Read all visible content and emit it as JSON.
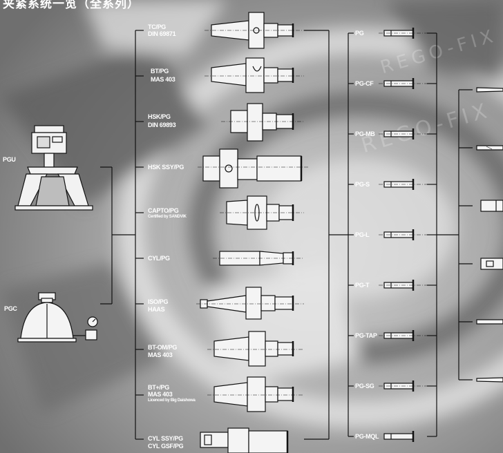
{
  "title": "夹紧系统一览（全系列）",
  "watermark": "REGO-FIX",
  "inputs": [
    {
      "label": "PGU"
    },
    {
      "label": "PGC"
    }
  ],
  "holders": [
    {
      "line1": "TC/PG",
      "line2": "DIN 69871",
      "line3": ""
    },
    {
      "line1": "BT/PG",
      "line2": "MAS 403",
      "line3": ""
    },
    {
      "line1": "HSK/PG",
      "line2": "DIN 69893",
      "line3": ""
    },
    {
      "line1": "HSK SSY/PG",
      "line2": "",
      "line3": ""
    },
    {
      "line1": "CAPTO/PG",
      "line2": "Certified by SANDVIK",
      "line3": ""
    },
    {
      "line1": "CYL/PG",
      "line2": "",
      "line3": ""
    },
    {
      "line1": "ISO/PG",
      "line2": "HAAS",
      "line3": ""
    },
    {
      "line1": "BT-OM/PG",
      "line2": "MAS 403",
      "line3": ""
    },
    {
      "line1": "BT+/PG",
      "line2": "MAS 403",
      "line3": "Licenced by Big Daishowa"
    },
    {
      "line1": "CYL SSY/PG",
      "line2": "CYL GSF/PG",
      "line3": ""
    }
  ],
  "pg_types": [
    {
      "label": "PG"
    },
    {
      "label": "PG-CF"
    },
    {
      "label": "PG-MB"
    },
    {
      "label": "PG-S"
    },
    {
      "label": "PG-L"
    },
    {
      "label": "PG-T"
    },
    {
      "label": "PG-TAP"
    },
    {
      "label": "PG-SG"
    },
    {
      "label": "PG-MQL"
    }
  ]
}
